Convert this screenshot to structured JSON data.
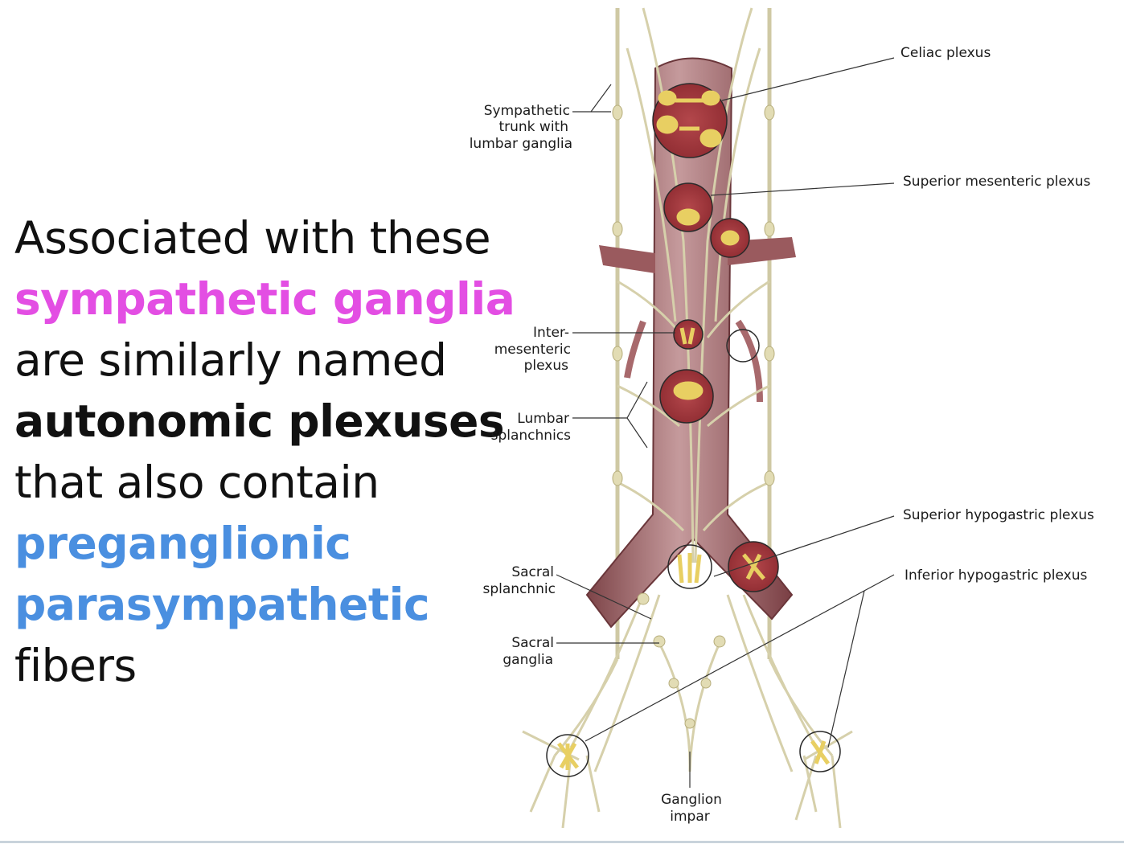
{
  "text": {
    "line1": "Associated with these",
    "line2": "sympathetic ganglia",
    "line3": "are similarly named",
    "line4": "autonomic plexuses",
    "line5": "that also contain",
    "line6": "preganglionic",
    "line7": "parasympathetic",
    "line8": "fibers"
  },
  "colors": {
    "pink_emphasis": "#e34ee3",
    "blue_emphasis": "#4a8fe0",
    "artery": "#9a5a5e",
    "nerve": "#d9d3b0",
    "ganglion_highlight": "#e8cf62"
  },
  "labels": {
    "sympathetic_trunk": [
      "Sympathetic",
      "trunk with",
      "lumbar ganglia"
    ],
    "celiac": "Celiac plexus",
    "superior_mesenteric": "Superior mesenteric plexus",
    "intermesenteric": [
      "Inter-",
      "mesenteric",
      "plexus"
    ],
    "lumbar_splanchnics": [
      "Lumbar",
      "splanchnics"
    ],
    "superior_hypogastric": "Superior hypogastric plexus",
    "inferior_hypogastric": "Inferior hypogastric plexus",
    "sacral_splanchnic": [
      "Sacral",
      "splanchnic"
    ],
    "sacral_ganglia": [
      "Sacral",
      "ganglia"
    ],
    "ganglion_impar": [
      "Ganglion",
      "impar"
    ]
  }
}
